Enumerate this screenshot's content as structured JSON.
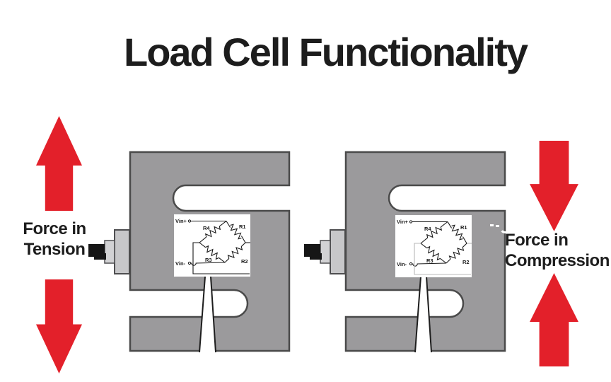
{
  "title": "Load Cell Functionality",
  "labels": {
    "tension_line1": "Force in",
    "tension_line2": "Tension",
    "compression_line1": "Force in",
    "compression_line2": "Compression"
  },
  "circuit": {
    "vin_plus": "Vin+",
    "vin_minus": "Vin-",
    "r1": "R1",
    "r2": "R2",
    "r3": "R3",
    "r4": "R4"
  },
  "colors": {
    "arrow_red": "#e3202a",
    "body_gray": "#9b9a9c",
    "body_border": "#4a4a4a",
    "bolt_light": "#c7c7c9",
    "bolt_mid": "#d2d2d4",
    "bolt_dark": "#161616",
    "circuit_line": "#1a1a1a",
    "circuit_line_light": "#b9b9b9",
    "text_black": "#1d1d1d"
  }
}
